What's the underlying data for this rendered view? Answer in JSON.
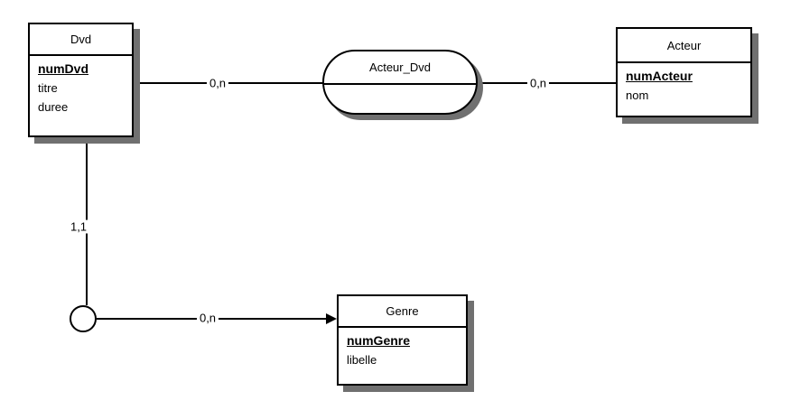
{
  "diagram": {
    "type": "merise-entity-relationship",
    "colors": {
      "background": "#ffffff",
      "shape_fill": "#ffffff",
      "stroke": "#000000",
      "shadow": "#707070"
    },
    "entities": [
      {
        "id": "dvd",
        "title": "Dvd",
        "attributes": [
          {
            "name": "numDvd",
            "primary_key": true
          },
          {
            "name": "titre",
            "primary_key": false
          },
          {
            "name": "duree",
            "primary_key": false
          }
        ]
      },
      {
        "id": "acteur",
        "title": "Acteur",
        "attributes": [
          {
            "name": "numActeur",
            "primary_key": true
          },
          {
            "name": "nom",
            "primary_key": false
          }
        ]
      },
      {
        "id": "genre",
        "title": "Genre",
        "attributes": [
          {
            "name": "numGenre",
            "primary_key": true
          },
          {
            "name": "libelle",
            "primary_key": false
          }
        ]
      }
    ],
    "association": {
      "id": "acteur_dvd",
      "title": "Acteur_Dvd"
    },
    "cardinalities": {
      "dvd_to_association": "0,n",
      "association_to_acteur": "0,n",
      "dvd_to_junction": "1,1",
      "junction_to_genre": "0,n"
    }
  }
}
